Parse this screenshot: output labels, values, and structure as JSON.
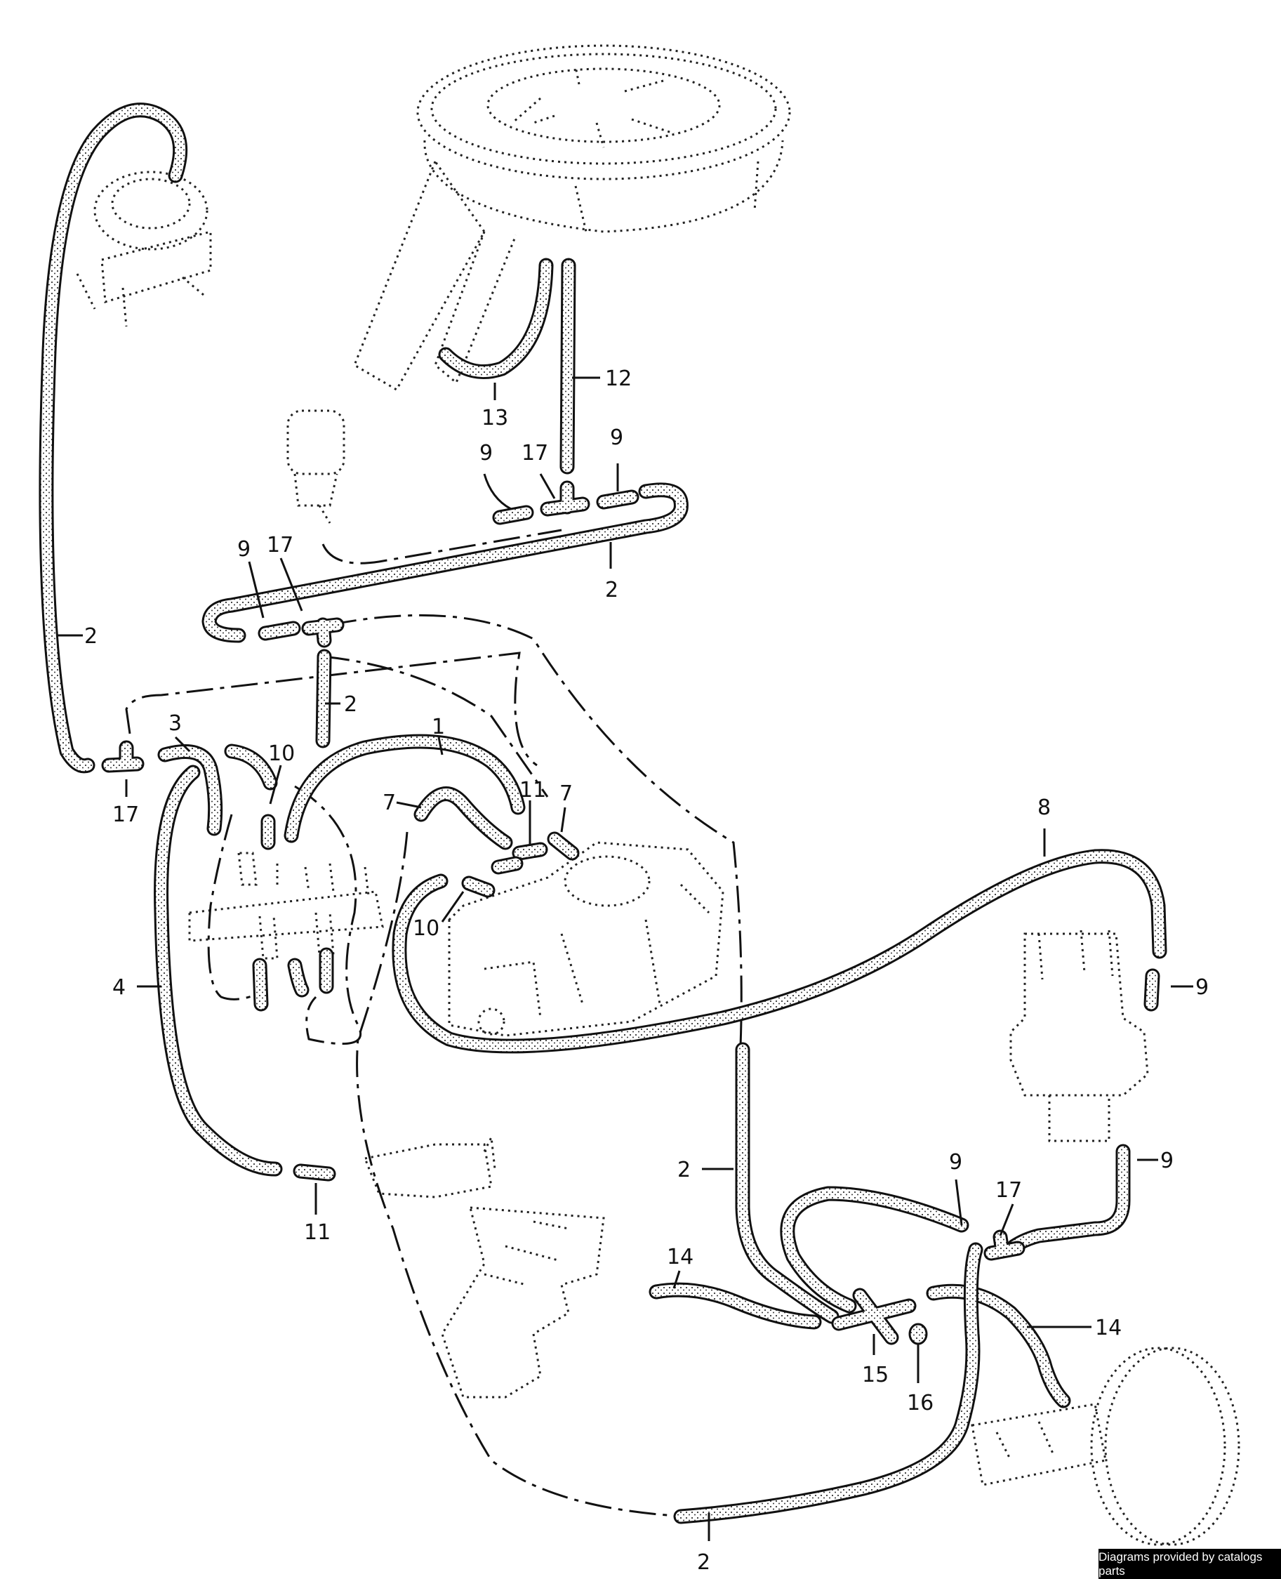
{
  "footer": {
    "credit": "Diagrams provided by catalogs parts"
  },
  "callouts": [
    "2",
    "13",
    "12",
    "9",
    "17",
    "9",
    "2",
    "9",
    "17",
    "2",
    "3",
    "10",
    "1",
    "11",
    "7",
    "7",
    "17",
    "4",
    "10",
    "8",
    "9",
    "9",
    "11",
    "2",
    "9",
    "17",
    "14",
    "14",
    "15",
    "16",
    "2"
  ],
  "icons": {
    "air_filter": "air-filter-housing-icon",
    "vacuum_unit": "vacuum-unit-icon",
    "carburetor": "carburetor-icon",
    "distributor": "distributor-icon",
    "brake_servo": "brake-booster-icon"
  }
}
